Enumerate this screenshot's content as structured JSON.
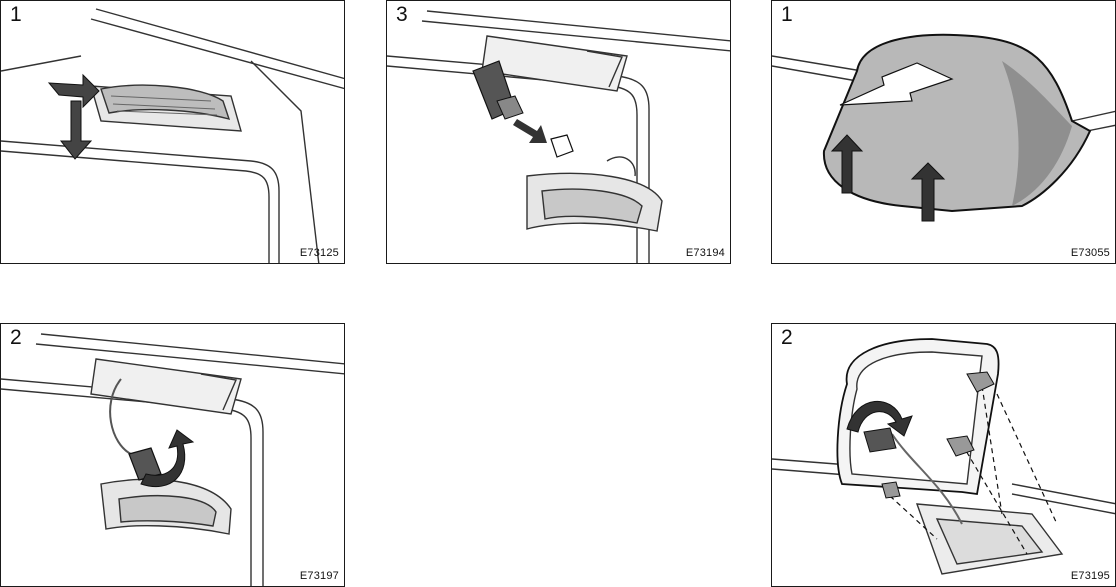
{
  "panels": [
    {
      "step": "1",
      "code": "E73125"
    },
    {
      "step": "3",
      "code": "E73194"
    },
    {
      "step": "1",
      "code": "E73055"
    },
    {
      "step": "2",
      "code": "E73197"
    },
    {
      "step": "2",
      "code": "E73195"
    }
  ]
}
